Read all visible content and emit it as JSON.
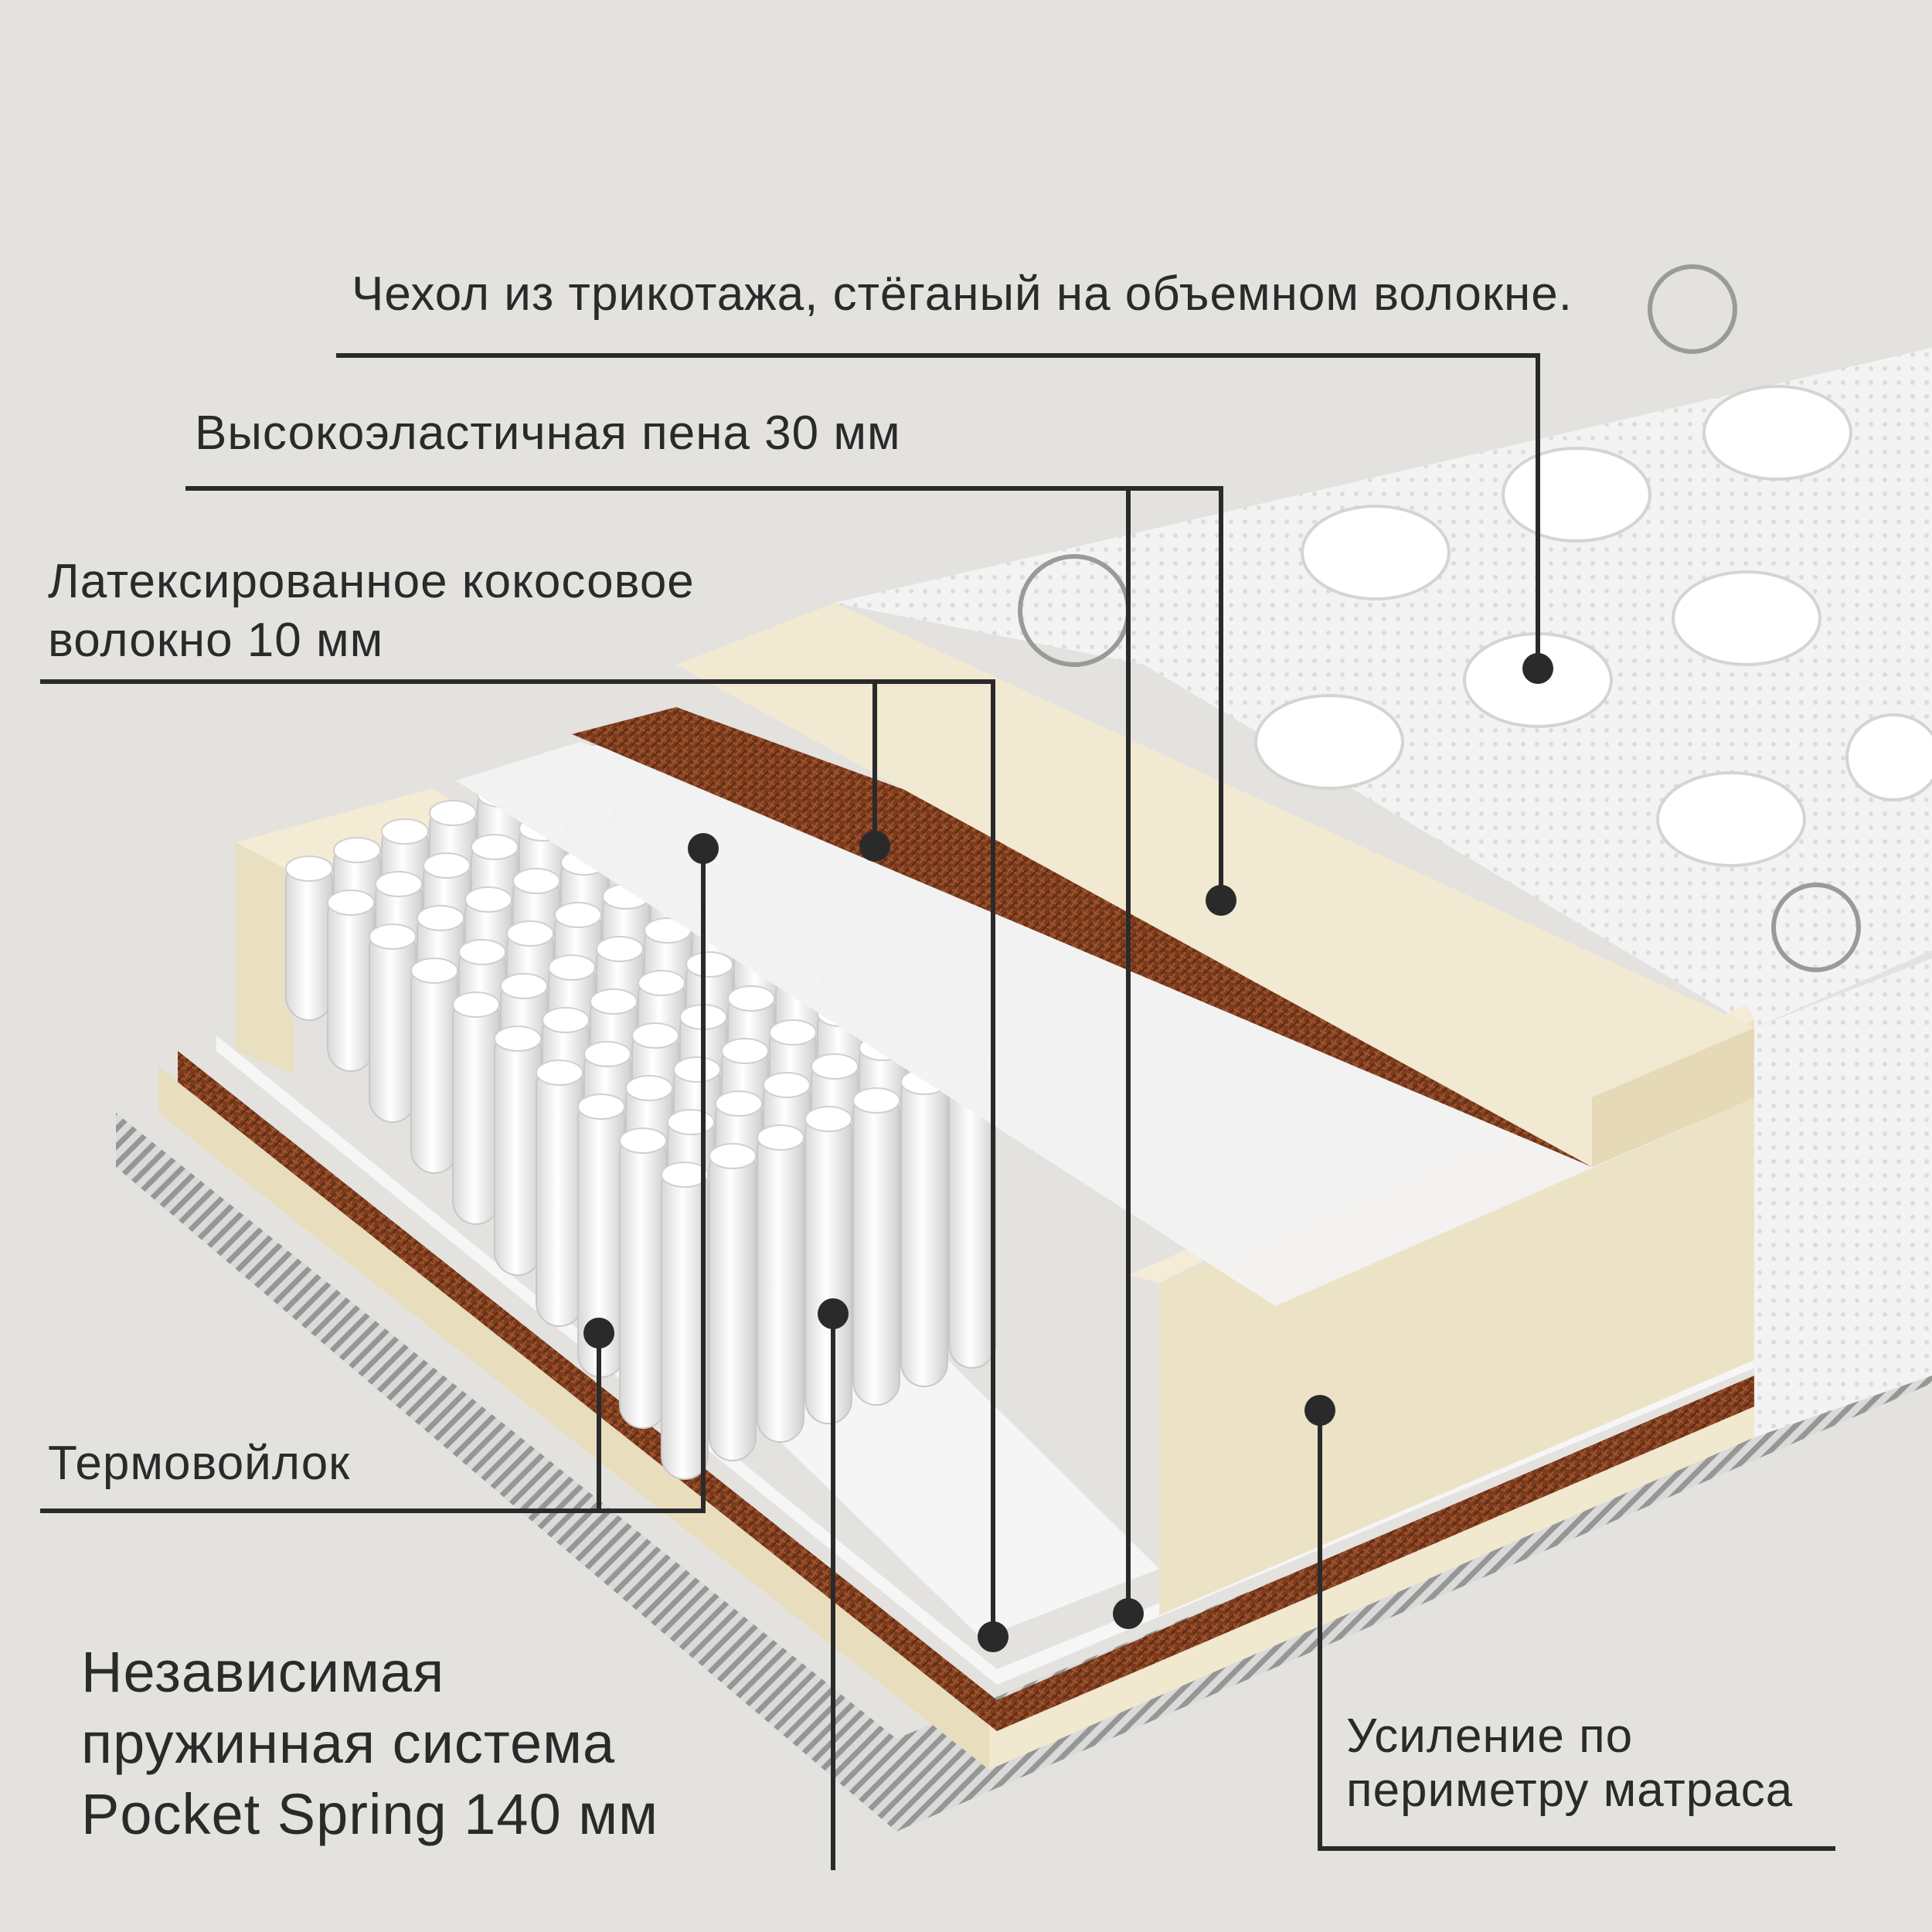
{
  "labels": {
    "cover": "Чехол из трикотажа, стёганый на объемном волокне.",
    "foam": "Высокоэластичная пена 30 мм",
    "coconut": [
      "Латексированное кокосовое",
      "волокно 10 мм"
    ],
    "felt": "Термовойлок",
    "springs": [
      "Независимая",
      "пружинная система",
      "Pocket Spring 140 мм"
    ],
    "perimeter": [
      "Усиление по",
      "периметру матраса"
    ]
  },
  "colors": {
    "background": "#e4e2df",
    "foam": "#efe7cf",
    "coconut": "#7a3a1f",
    "cover": "#f4f4f4",
    "leader": "#2a2a2a"
  },
  "icons": {
    "cover-emblem": "circle-logo-icon"
  }
}
